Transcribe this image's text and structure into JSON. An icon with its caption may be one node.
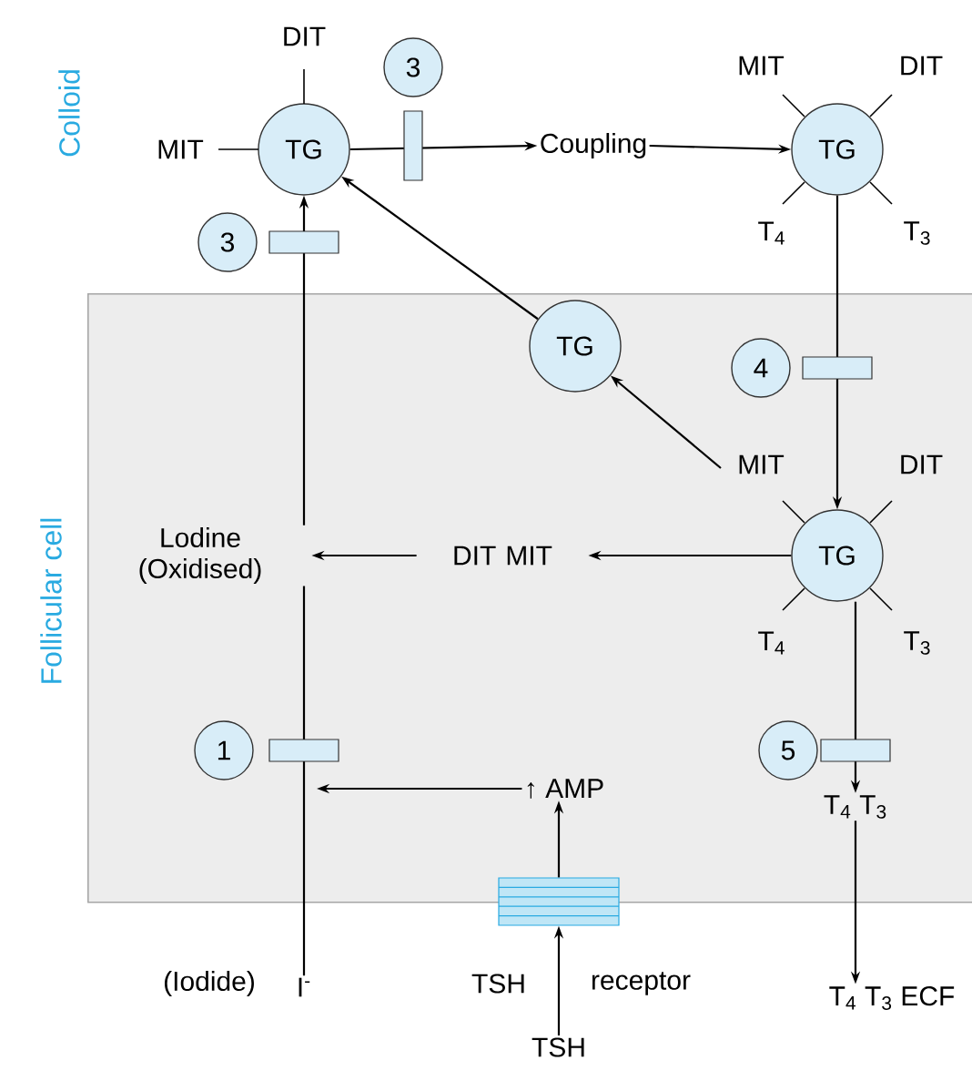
{
  "diagram": {
    "nodes": [
      {
        "text": [
          "Follicular cell"
        ]
      },
      {
        "text": [
          "TG"
        ],
        "beside": [
          "DIT",
          "MIT"
        ]
      },
      {
        "text": [
          "3"
        ]
      },
      {
        "text": [
          "Coupling"
        ]
      },
      {
        "text": [
          "TG"
        ],
        "beside": [
          "MIT",
          "DIT",
          "T$_{4}$",
          "T$_{3}$"
        ]
      },
      {
        "text": [
          "3"
        ]
      },
      {
        "text": [
          "TG"
        ],
        "in": 0
      },
      {
        "text": [
          "4"
        ],
        "in": 0
      },
      {
        "text": [
          "TG"
        ],
        "in": 0,
        "beside": [
          "MIT",
          "DIT",
          "T$_{4}$",
          "T$_{3}$"
        ]
      },
      {
        "text": [
          "DIT MIT"
        ],
        "in": 0
      },
      {
        "text": [
          "Lodine (Oxidised)"
        ],
        "in": 0
      },
      {
        "text": [
          "1"
        ],
        "in": 0
      },
      {
        "text": [
          "5"
        ],
        "in": 0
      },
      {
        "text": [
          "↑ AMP"
        ],
        "in": 0
      },
      {
        "text": [
          "T$_{4}$ T$_{3}$"
        ],
        "in": 0
      },
      {
        "text": [],
        "shape": "box",
        "beside": [
          "TSH",
          "receptor"
        ]
      },
      {
        "text": [
          "TSH"
        ]
      },
      {
        "text": [
          "I$^{-}$"
        ],
        "beside": [
          "(Iodide)"
        ]
      },
      {
        "text": [
          "T$_{4}$ T$_{3}$ ECF"
        ]
      }
    ],
    "edges": [
      {
        "from": 17,
        "to": 10,
        "arrow": "none"
      },
      {
        "from": 10,
        "to": 1,
        "arrow": "to"
      },
      {
        "from": 1,
        "to": 3,
        "arrow": "to"
      },
      {
        "from": 3,
        "to": 4,
        "arrow": "to"
      },
      {
        "from": 4,
        "to": 8,
        "arrow": "to"
      },
      {
        "from": 8,
        "to": 6,
        "arrow": "to"
      },
      {
        "from": 6,
        "to": 1,
        "arrow": "to"
      },
      {
        "from": 8,
        "to": 9,
        "arrow": "to"
      },
      {
        "from": 9,
        "to": 10,
        "arrow": "to"
      },
      {
        "from": 8,
        "to": 14,
        "arrow": "to"
      },
      {
        "from": 14,
        "to": 18,
        "arrow": "to"
      },
      {
        "from": 16,
        "to": 15,
        "arrow": "to"
      },
      {
        "from": 15,
        "to": 13,
        "arrow": "to"
      },
      {
        "from": 13,
        "to": null,
        "arrow": "to"
      }
    ],
    "labels": [
      "Colloid"
    ]
  }
}
